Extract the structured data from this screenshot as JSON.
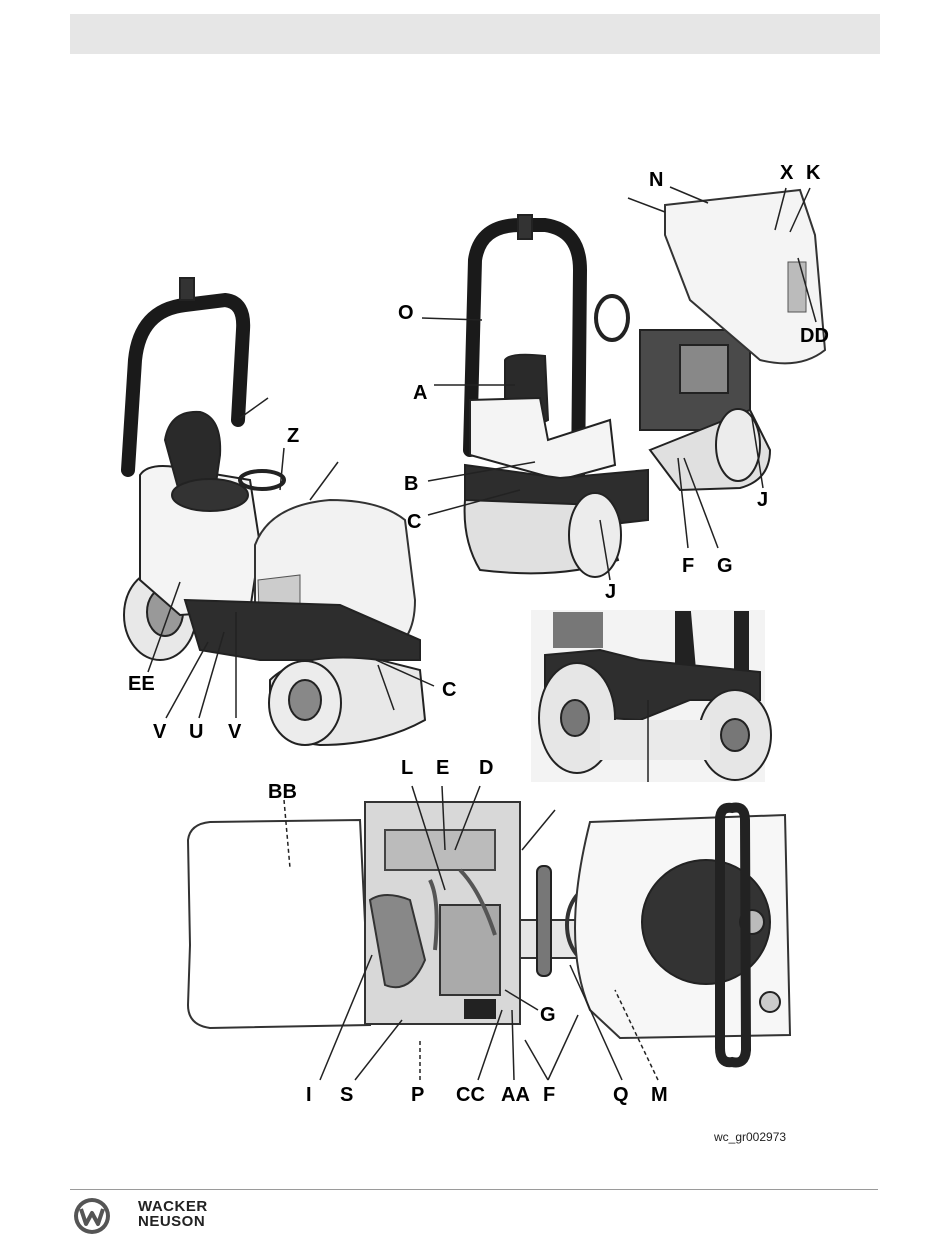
{
  "labels": {
    "N": "N",
    "X": "X",
    "K": "K",
    "O": "O",
    "DD": "DD",
    "A": "A",
    "Z": "Z",
    "B": "B",
    "C": "C",
    "J": "J",
    "F": "F",
    "G": "G",
    "EE": "EE",
    "V": "V",
    "U": "U",
    "L": "L",
    "E": "E",
    "D": "D",
    "BB": "BB",
    "I": "I",
    "S": "S",
    "P": "P",
    "CC": "CC",
    "AA": "AA",
    "Q": "Q",
    "M": "M"
  },
  "figure_code": "wc_gr002973",
  "brand": {
    "line1": "WACKER",
    "line2": "NEUSON"
  }
}
